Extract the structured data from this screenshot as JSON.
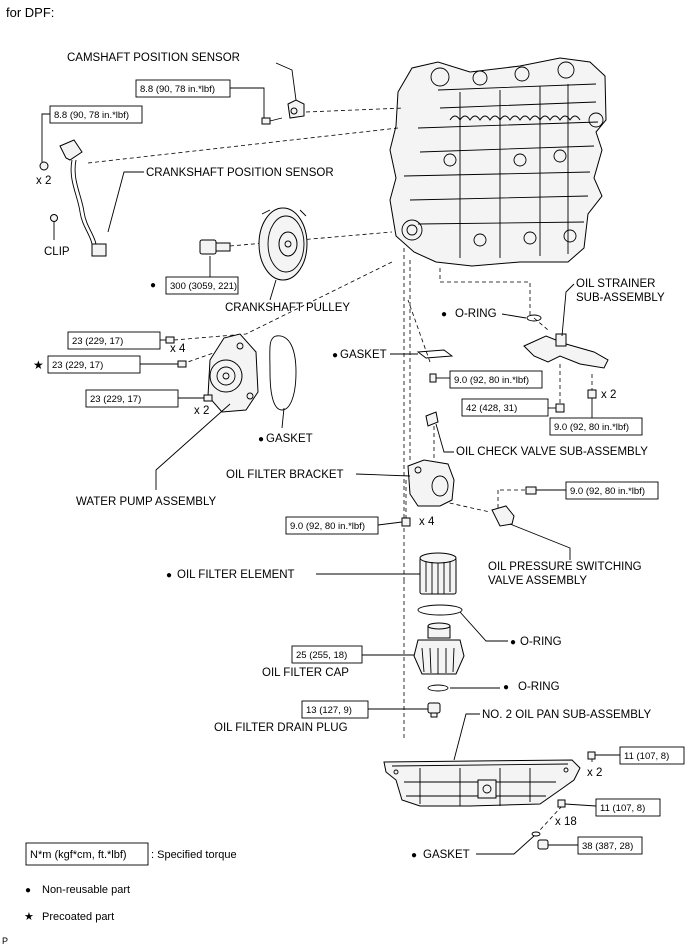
{
  "header": {
    "title": "for DPF:"
  },
  "labels": {
    "camshaft_sensor": "CAMSHAFT POSITION SENSOR",
    "crankshaft_sensor": "CRANKSHAFT POSITION SENSOR",
    "clip": "CLIP",
    "crankshaft_pulley": "CRANKSHAFT PULLEY",
    "oring_top": "O-RING",
    "oil_strainer_1": "OIL STRAINER",
    "oil_strainer_2": "SUB-ASSEMBLY",
    "gasket_upper": "GASKET",
    "gasket_pump": "GASKET",
    "oil_check_valve": "OIL CHECK VALVE SUB-ASSEMBLY",
    "oil_filter_bracket": "OIL FILTER BRACKET",
    "water_pump": "WATER PUMP ASSEMBLY",
    "ops_valve_1": "OIL PRESSURE SWITCHING",
    "ops_valve_2": "VALVE ASSEMBLY",
    "oil_filter_element": "OIL FILTER ELEMENT",
    "oring_mid": "O-RING",
    "oil_filter_cap": "OIL FILTER CAP",
    "oring_low": "O-RING",
    "drain_plug": "OIL FILTER DRAIN PLUG",
    "oil_pan": "NO. 2 OIL PAN SUB-ASSEMBLY",
    "gasket_bottom": "GASKET"
  },
  "torques": {
    "cam_sensor": "8.8 (90, 78 in.*lbf)",
    "crank_sensor": "8.8 (90, 78 in.*lbf)",
    "pulley": "300 (3059, 221)",
    "pump_a": "23 (229, 17)",
    "pump_b": "23 (229, 17)",
    "pump_c": "23 (229, 17)",
    "check_valve": "9.0 (92, 80 in.*lbf)",
    "strainer_a": "42 (428, 31)",
    "strainer_b": "9.0 (92, 80 in.*lbf)",
    "ops_valve": "9.0 (92, 80 in.*lbf)",
    "bracket": "9.0 (92, 80 in.*lbf)",
    "filter_cap": "25 (255, 18)",
    "drain_plug": "13 (127, 9)",
    "pan_a": "11 (107, 8)",
    "pan_b": "11 (107, 8)",
    "pan_drain": "38 (387, 28)"
  },
  "quantities": {
    "crank_sensor": "x 2",
    "pump_a": "x 4",
    "pump_c": "x 2",
    "strainer": "x 2",
    "bracket": "x 4",
    "pan_a": "x 2",
    "pan_b": "x 18"
  },
  "symbols": {
    "non_reusable": "●",
    "precoated": "★"
  },
  "legend": {
    "unit_box": "N*m (kgf*cm, ft.*lbf)",
    "unit_desc": ": Specified torque",
    "non_reusable": "Non-reusable part",
    "precoated": "Precoated part"
  },
  "footer": {
    "code": "P"
  }
}
